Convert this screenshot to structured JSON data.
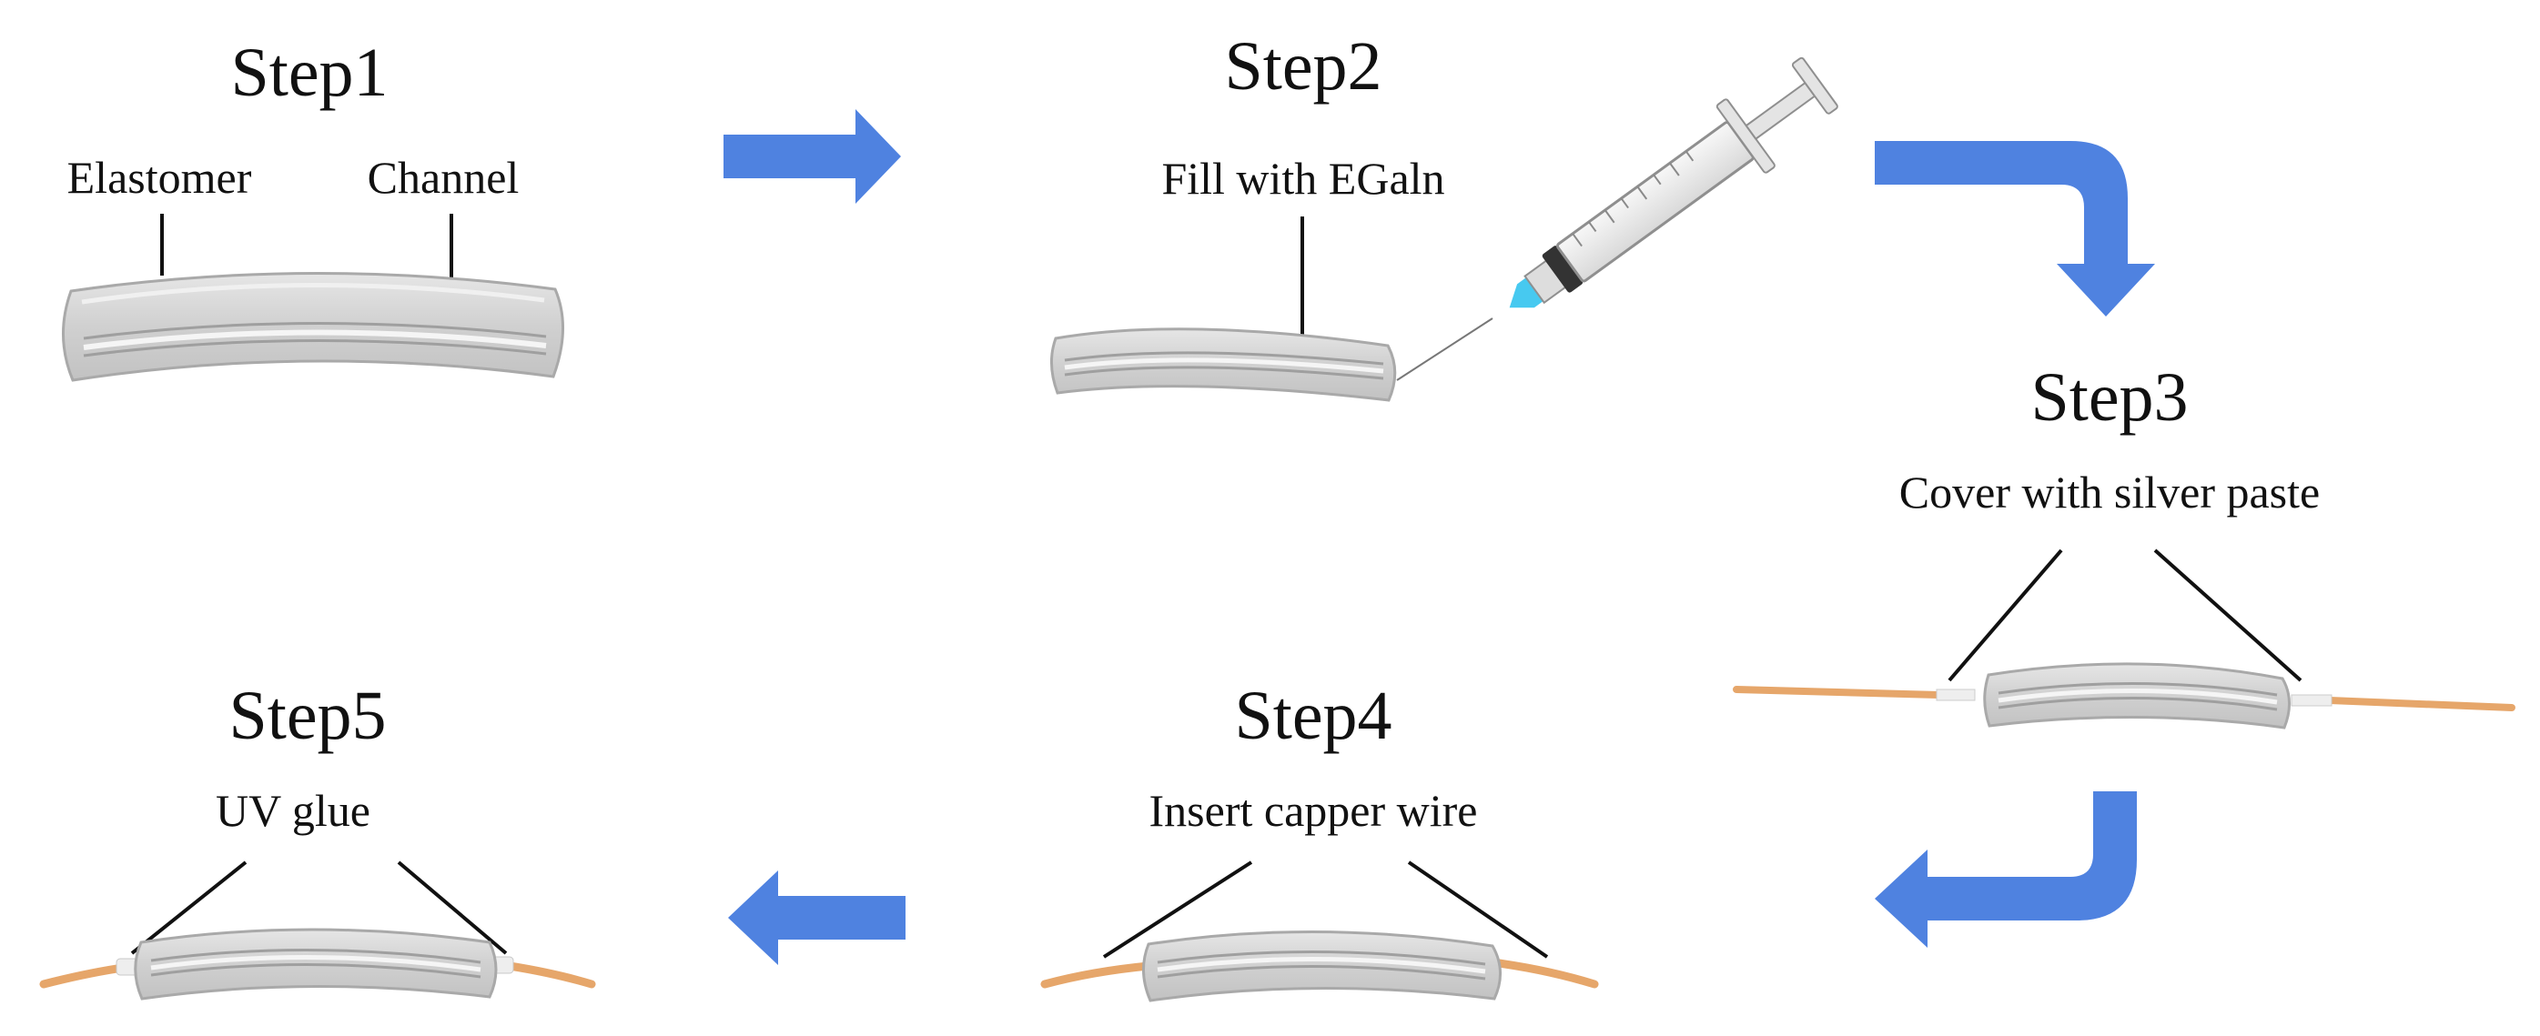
{
  "colors": {
    "arrow": "#4f82e0",
    "elastomer_fill": "#d4d4d4",
    "elastomer_edge": "#a9a9a9",
    "channel": "#f4f4f4",
    "wire": "#e6a66a",
    "silver_paste": "#eeeeee",
    "needle_tip": "#47c9f0"
  },
  "steps": {
    "step1": {
      "title": "Step1",
      "labels": {
        "elastomer": "Elastomer",
        "channel": "Channel"
      }
    },
    "step2": {
      "title": "Step2",
      "labels": {
        "fill": "Fill with EGaln"
      }
    },
    "step3": {
      "title": "Step3",
      "labels": {
        "cover": "Cover with silver paste"
      }
    },
    "step4": {
      "title": "Step4",
      "labels": {
        "insert": "Insert capper wire"
      }
    },
    "step5": {
      "title": "Step5",
      "labels": {
        "glue": "UV glue"
      }
    }
  },
  "icons": {
    "arrows": [
      "arrow-right-icon",
      "arrow-turn-down-icon",
      "arrow-turn-left-icon",
      "arrow-left-icon"
    ],
    "tool": "syringe-icon"
  }
}
